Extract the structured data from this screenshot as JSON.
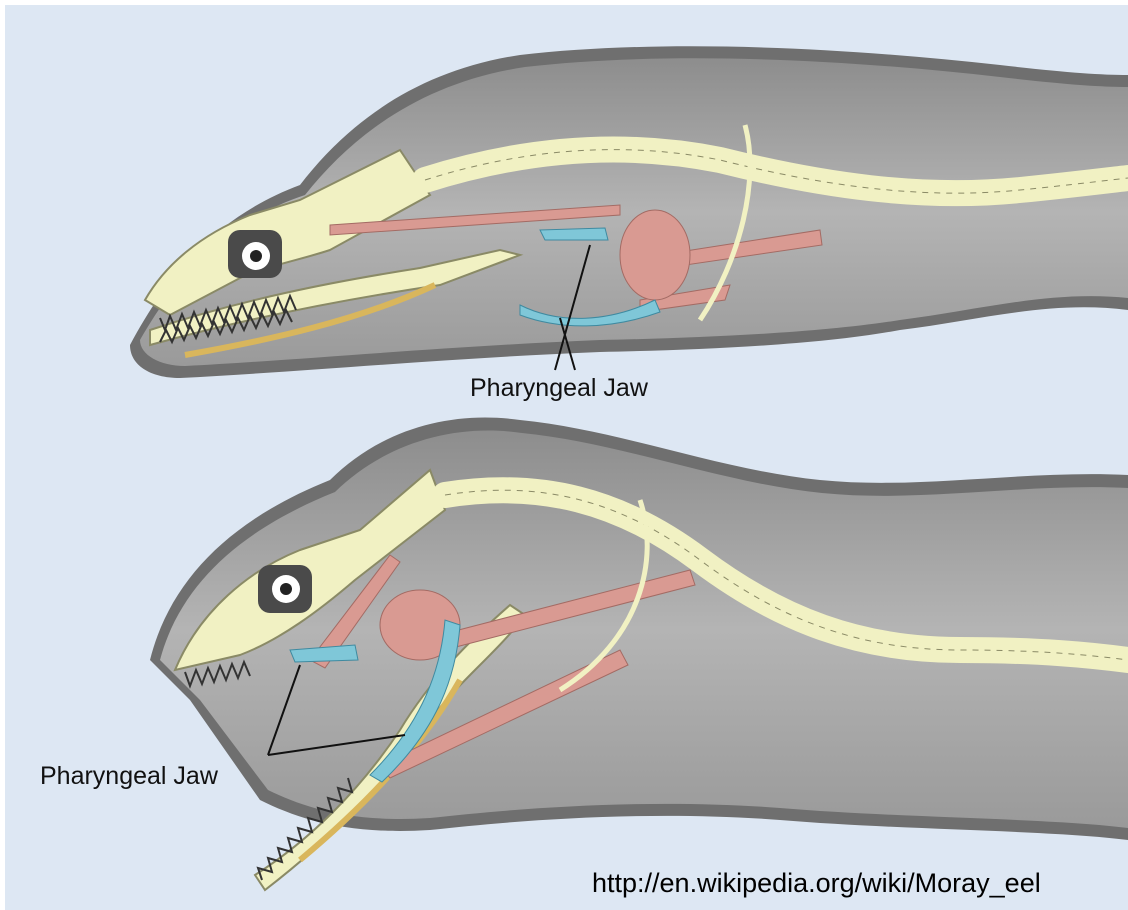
{
  "labels": {
    "top_label": "Pharyngeal Jaw",
    "bottom_label": "Pharyngeal Jaw"
  },
  "source": "http://en.wikipedia.org/wiki/Moray_eel",
  "colors": {
    "background": "#dde7f3",
    "body_gray": "#9e9e9e",
    "body_shadow": "#6e6e6e",
    "bone": "#f1f1c3",
    "bone_outline": "#8a8a66",
    "muscle": "#d99a92",
    "pharyngeal_jaw": "#7fc7d8",
    "yellow_bone": "#d9b65c"
  }
}
